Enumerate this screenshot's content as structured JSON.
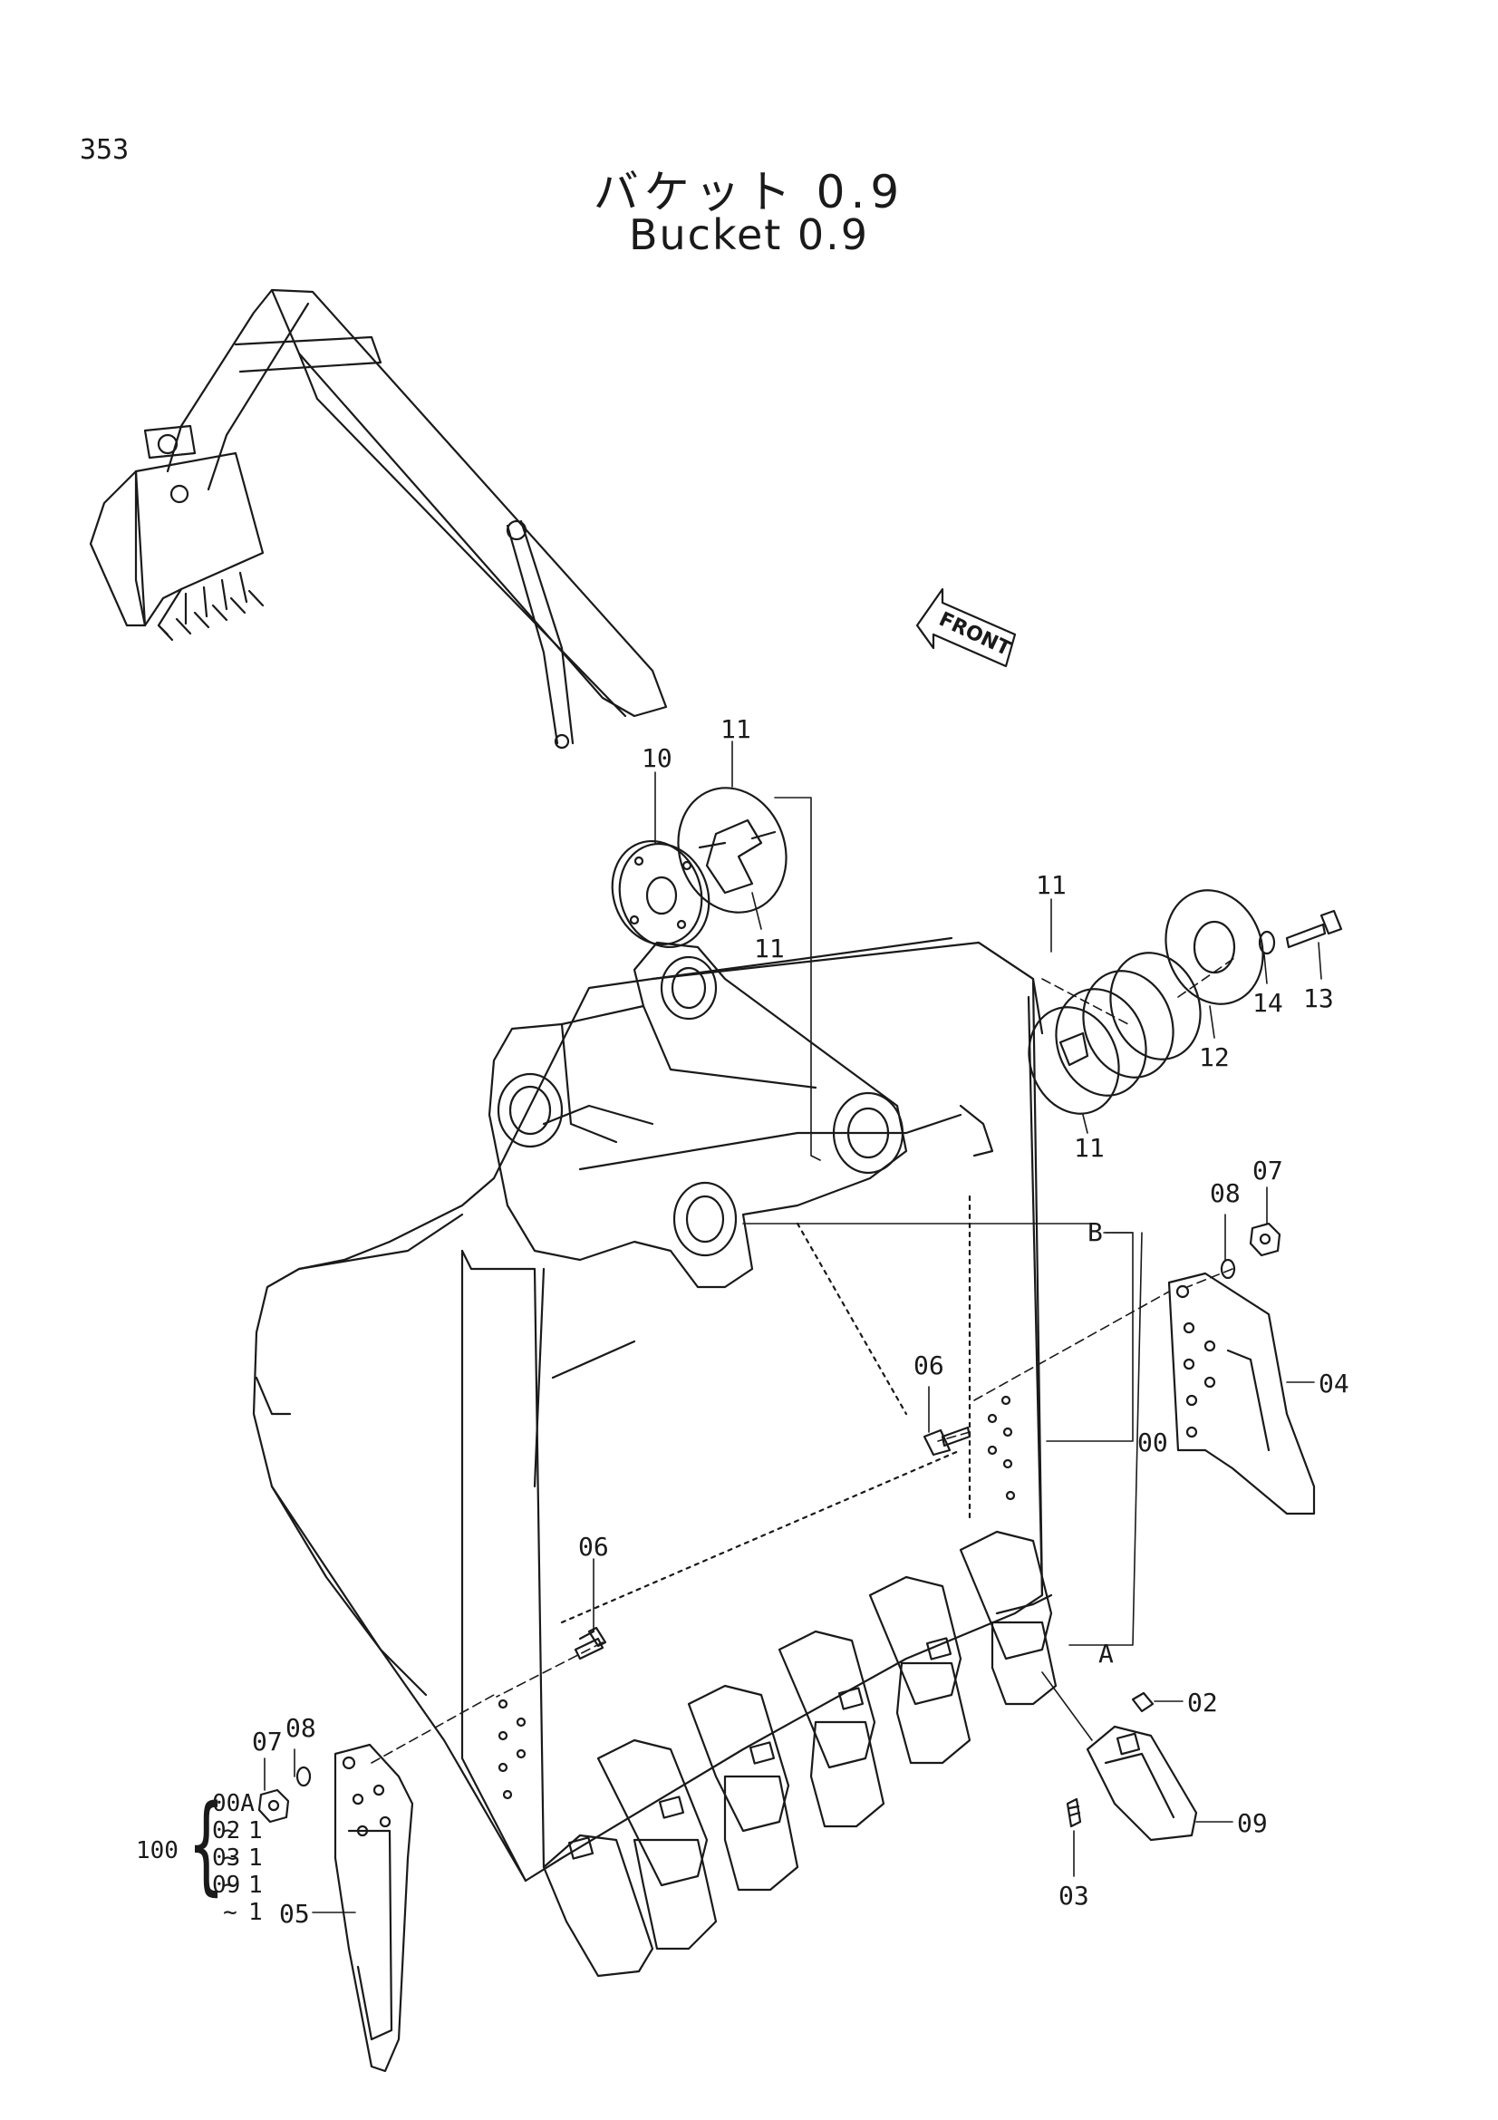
{
  "page_number": "353",
  "title_ja": "バケット 0.9",
  "title_en": "Bucket 0.9",
  "direction_label": "FRONT",
  "callouts": {
    "p10": "10",
    "p11_top": "11",
    "p11_mid": "11",
    "p11_right_top": "11",
    "p11_right_bot": "11",
    "p12": "12",
    "p13": "13",
    "p14": "14",
    "p07_right": "07",
    "p08_right": "08",
    "p04": "04",
    "p06_right": "06",
    "p00": "00",
    "pB": "B",
    "pA": "A",
    "p06_left": "06",
    "p02": "02",
    "p07_left": "07",
    "p08_left": "08",
    "p09": "09",
    "p03": "03",
    "p05": "05"
  },
  "kit": {
    "id": "100",
    "rows": [
      {
        "code": "00A",
        "qty": "1"
      },
      {
        "code": "02",
        "qty": "1"
      },
      {
        "code": "03",
        "qty": "1"
      },
      {
        "code": "09",
        "qty": "1"
      }
    ]
  }
}
